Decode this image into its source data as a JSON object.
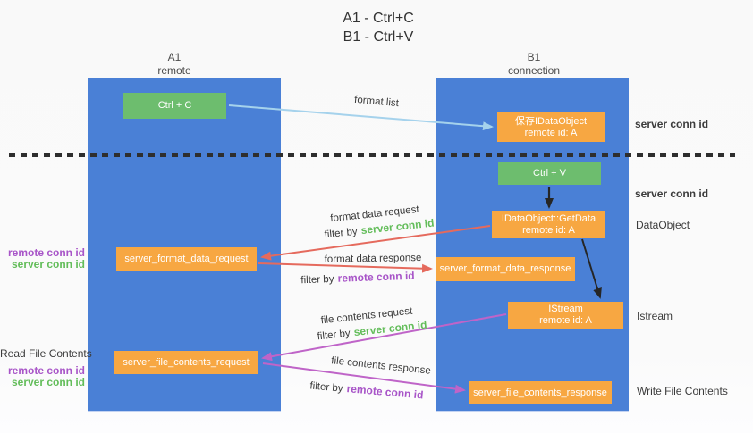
{
  "title": {
    "line1": "A1 - Ctrl+C",
    "line2": "B1 - Ctrl+V"
  },
  "columns": {
    "a1": {
      "name": "A1",
      "subtitle": "remote"
    },
    "b1": {
      "name": "B1",
      "subtitle": "connection"
    }
  },
  "nodes": {
    "ctrl_c": {
      "label": "Ctrl + C"
    },
    "ctrl_v": {
      "label": "Ctrl + V"
    },
    "save_dataobject": {
      "line1": "保存IDataObject",
      "line2": "remote id: A"
    },
    "getdata": {
      "line1": "IDataObject::GetData",
      "line2": "remote id: A"
    },
    "istream": {
      "line1": "IStream",
      "line2": "remote id: A"
    },
    "format_request": {
      "label": "server_format_data_request"
    },
    "format_response": {
      "label": "server_format_data_response"
    },
    "file_request": {
      "label": "server_file_contents_request"
    },
    "file_response": {
      "label": "server_file_contents_response"
    }
  },
  "arrows": {
    "format_list": "format list",
    "format_data_request": "format data request",
    "format_data_response": "format data response",
    "file_contents_request": "file contents request",
    "file_contents_response": "file contents response",
    "filter_by": "filter by",
    "server_conn_id": "server conn id",
    "remote_conn_id": "remote conn id"
  },
  "side_labels": {
    "server_conn_id": "server conn id",
    "remote_conn_id": "remote conn id",
    "dataobject": "DataObject",
    "istream": "Istream",
    "read_file_contents": "Read File Contents",
    "write_file_contents": "Write File Contents"
  },
  "colors": {
    "column_blue": "#4a80d6",
    "box_green": "#6dbd6e",
    "box_orange": "#f7a742",
    "arrow_salmon": "#e56a5d",
    "arrow_purple": "#bf64c8",
    "arrow_lightblue": "#a5d2ec",
    "arrow_black": "#262626",
    "text_green": "#63bd5a",
    "text_purple": "#a855c8"
  }
}
